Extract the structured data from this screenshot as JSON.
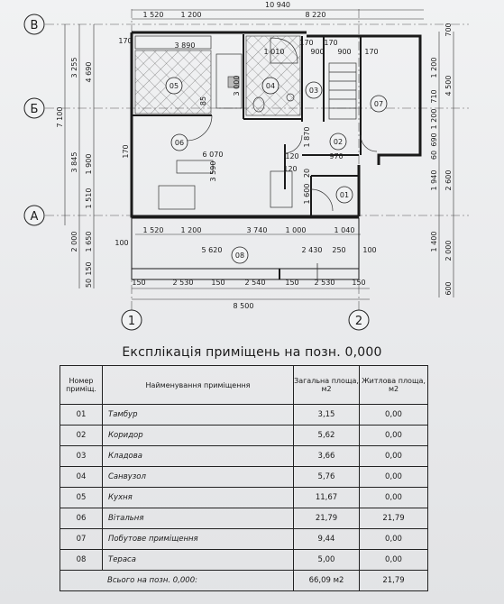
{
  "plan": {
    "axes": {
      "a1": "1",
      "a2": "2",
      "aA": "А",
      "aB": "Б",
      "aV": "В"
    },
    "dims_top": [
      "10 940",
      "1 520",
      "1 200",
      "8 220"
    ],
    "dims_bottom": [
      "150",
      "2 530",
      "150",
      "2 540",
      "150",
      "2 530",
      "150",
      "8 500"
    ],
    "dims_left_outer": [
      "7 100",
      "3 255",
      "3 845",
      "4 690",
      "1 900",
      "1 510",
      "2 000",
      "1 650",
      "150",
      "50"
    ],
    "dims_right": [
      "1 200",
      "4 500",
      "710",
      "1 200",
      "690",
      "60",
      "1 940",
      "2 600",
      "1 400",
      "2 000",
      "600",
      "700"
    ],
    "dims_inner": [
      "3 890",
      "1 010",
      "170",
      "900",
      "170",
      "900",
      "170",
      "170",
      "3 000",
      "3 590",
      "6 070",
      "120",
      "970",
      "1 870",
      "1 600",
      "170",
      "85",
      "20",
      "1 520",
      "1 200",
      "3 740",
      "1 000",
      "1 040",
      "5 620",
      "2 430",
      "250",
      "100",
      "100",
      "120"
    ],
    "rooms": {
      "r01": "01",
      "r02": "02",
      "r03": "03",
      "r04": "04",
      "r05": "05",
      "r06": "06",
      "r07": "07",
      "r08": "08"
    }
  },
  "explication": {
    "title": "Експлікація приміщень на позн. 0,000",
    "headers": {
      "num": "Номер приміщ.",
      "name": "Найменування приміщення",
      "total": "Загальна площа, м2",
      "living": "Житлова площа, м2"
    },
    "rows": [
      {
        "num": "01",
        "name": "Тамбур",
        "total": "3,15",
        "living": "0,00"
      },
      {
        "num": "02",
        "name": "Коридор",
        "total": "5,62",
        "living": "0,00"
      },
      {
        "num": "03",
        "name": "Кладова",
        "total": "3,66",
        "living": "0,00"
      },
      {
        "num": "04",
        "name": "Санвузол",
        "total": "5,76",
        "living": "0,00"
      },
      {
        "num": "05",
        "name": "Кухня",
        "total": "11,67",
        "living": "0,00"
      },
      {
        "num": "06",
        "name": "Вітальня",
        "total": "21,79",
        "living": "21,79"
      },
      {
        "num": "07",
        "name": "Побутове приміщення",
        "total": "9,44",
        "living": "0,00"
      },
      {
        "num": "08",
        "name": "Тераса",
        "total": "5,00",
        "living": "0,00"
      }
    ],
    "total_row": {
      "label": "Всього на позн. 0,000:",
      "total": "66,09 м2",
      "living": "21,79"
    }
  }
}
